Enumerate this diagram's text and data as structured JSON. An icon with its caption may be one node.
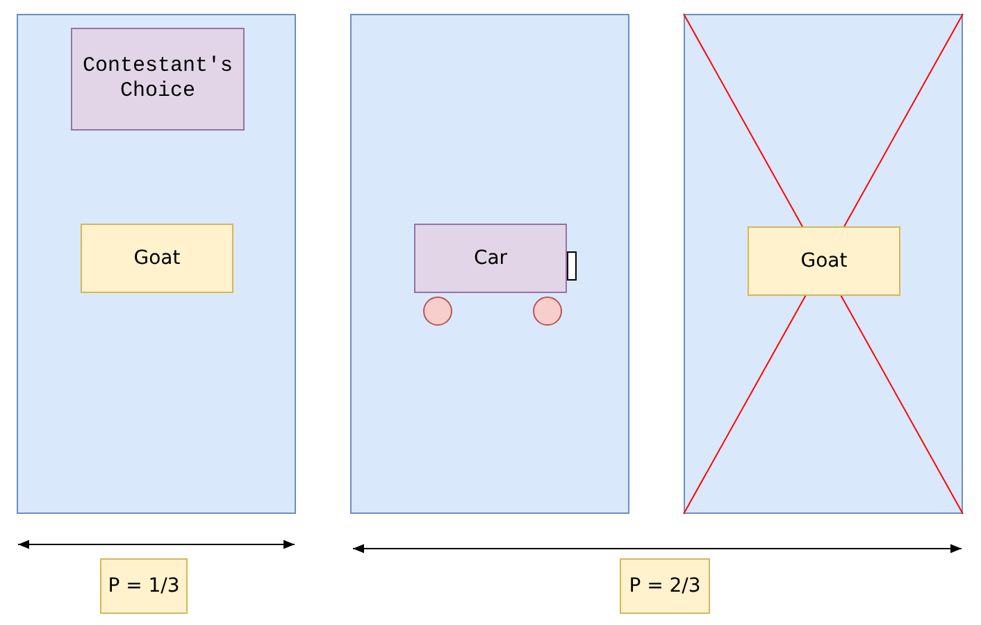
{
  "diagram": {
    "nodes": [
      {
        "text": [],
        "shape": "box"
      },
      {
        "text": [
          "Contestant's Choice"
        ],
        "in": 0
      },
      {
        "text": [
          "Goat"
        ],
        "in": 0
      },
      {
        "text": [],
        "shape": "box"
      },
      {
        "text": [
          "Car"
        ],
        "in": 3
      },
      {
        "text": [],
        "shape": "box"
      },
      {
        "text": [
          "Goat"
        ],
        "in": 5
      },
      {
        "text": [
          "P = 1/3"
        ]
      },
      {
        "text": [
          "P = 2/3"
        ]
      }
    ],
    "edges": []
  }
}
